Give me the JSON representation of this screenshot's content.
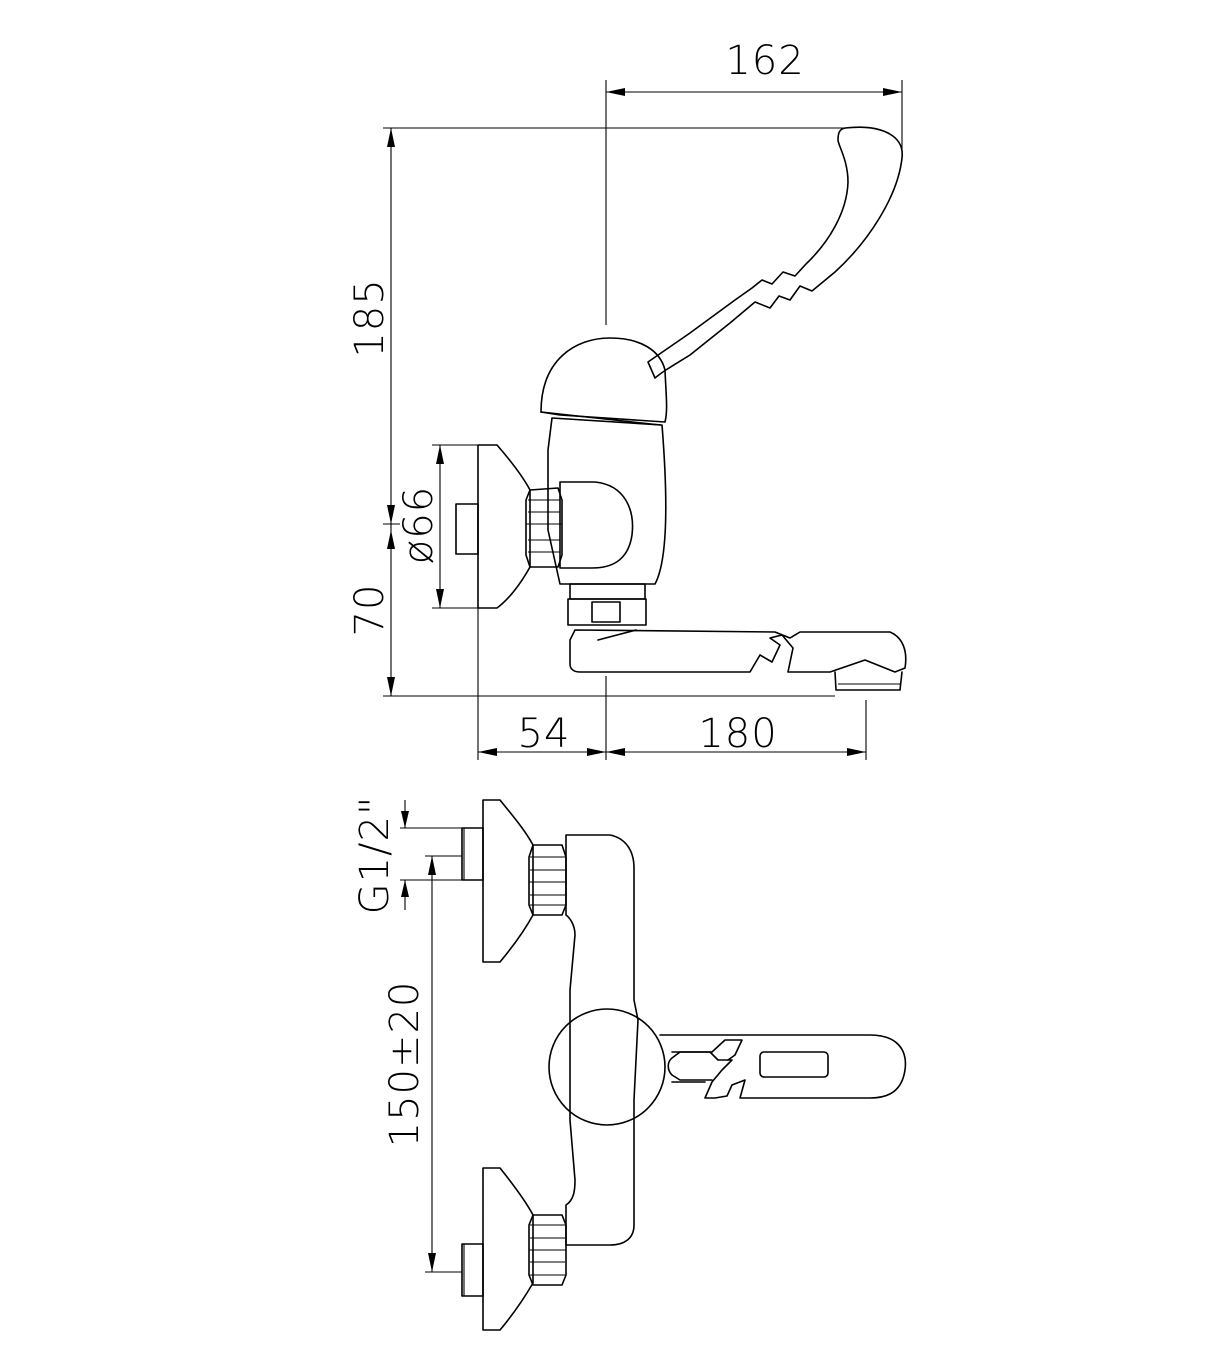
{
  "dimensions": {
    "top_width": "162",
    "total_height": "185",
    "flange_diameter": "ø66",
    "spout_height": "70",
    "wall_offset": "54",
    "spout_reach": "180",
    "thread": "G1/2\"",
    "center_distance": "150±20"
  }
}
